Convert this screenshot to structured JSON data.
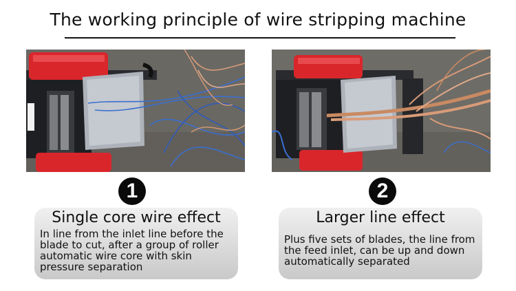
{
  "title": "The working principle of wire stripping machine",
  "panels": [
    {
      "number": "1",
      "heading": "Single core wire effect",
      "description": "In line from the inlet line before the blade to cut, after a group of roller automatic wire core with skin pressure separation"
    },
    {
      "number": "2",
      "heading": "Larger line effect",
      "description": "Plus five sets of blades, the line from the feed inlet, can be up and down automatically separated"
    }
  ],
  "colors": {
    "machine_red": "#d9262b",
    "machine_dark": "#1e1f22",
    "wire_blue": "#3a6fd0",
    "wire_copper": "#d89c78",
    "card_gray": "#d4d4d4"
  }
}
